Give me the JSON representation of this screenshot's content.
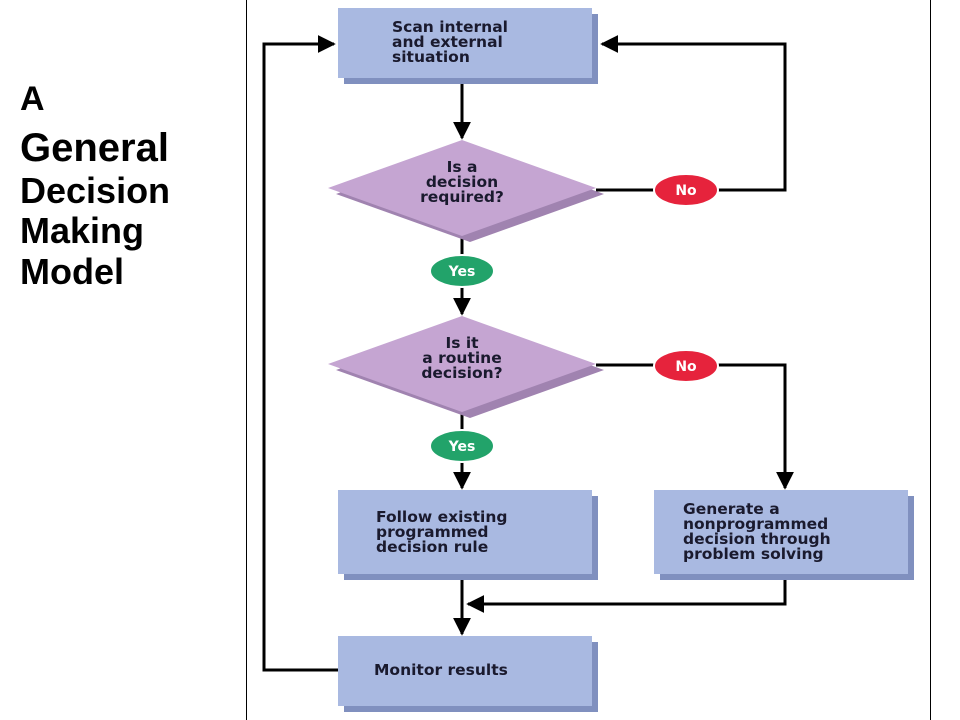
{
  "title": {
    "line1": "A",
    "line2": "General",
    "line3": "Decision",
    "line4": "Making",
    "line5": "Model"
  },
  "flowchart": {
    "scan": [
      "Scan internal",
      "and external",
      "situation"
    ],
    "decision_required": [
      "Is a",
      "decision",
      "required?"
    ],
    "routine": [
      "Is it",
      "a routine",
      "decision?"
    ],
    "follow": [
      "Follow existing",
      "programmed",
      "decision rule"
    ],
    "generate": [
      "Generate a",
      "nonprogrammed",
      "decision through",
      "problem solving"
    ],
    "monitor": "Monitor results",
    "yes_label": "Yes",
    "no_label": "No"
  },
  "colors": {
    "box_fill": "#a9b9e1",
    "box_shadow": "#8090bf",
    "diamond_fill": "#c5a5d2",
    "diamond_shadow": "#a083b0",
    "yes_fill": "#22a36a",
    "no_fill": "#e6233c"
  }
}
